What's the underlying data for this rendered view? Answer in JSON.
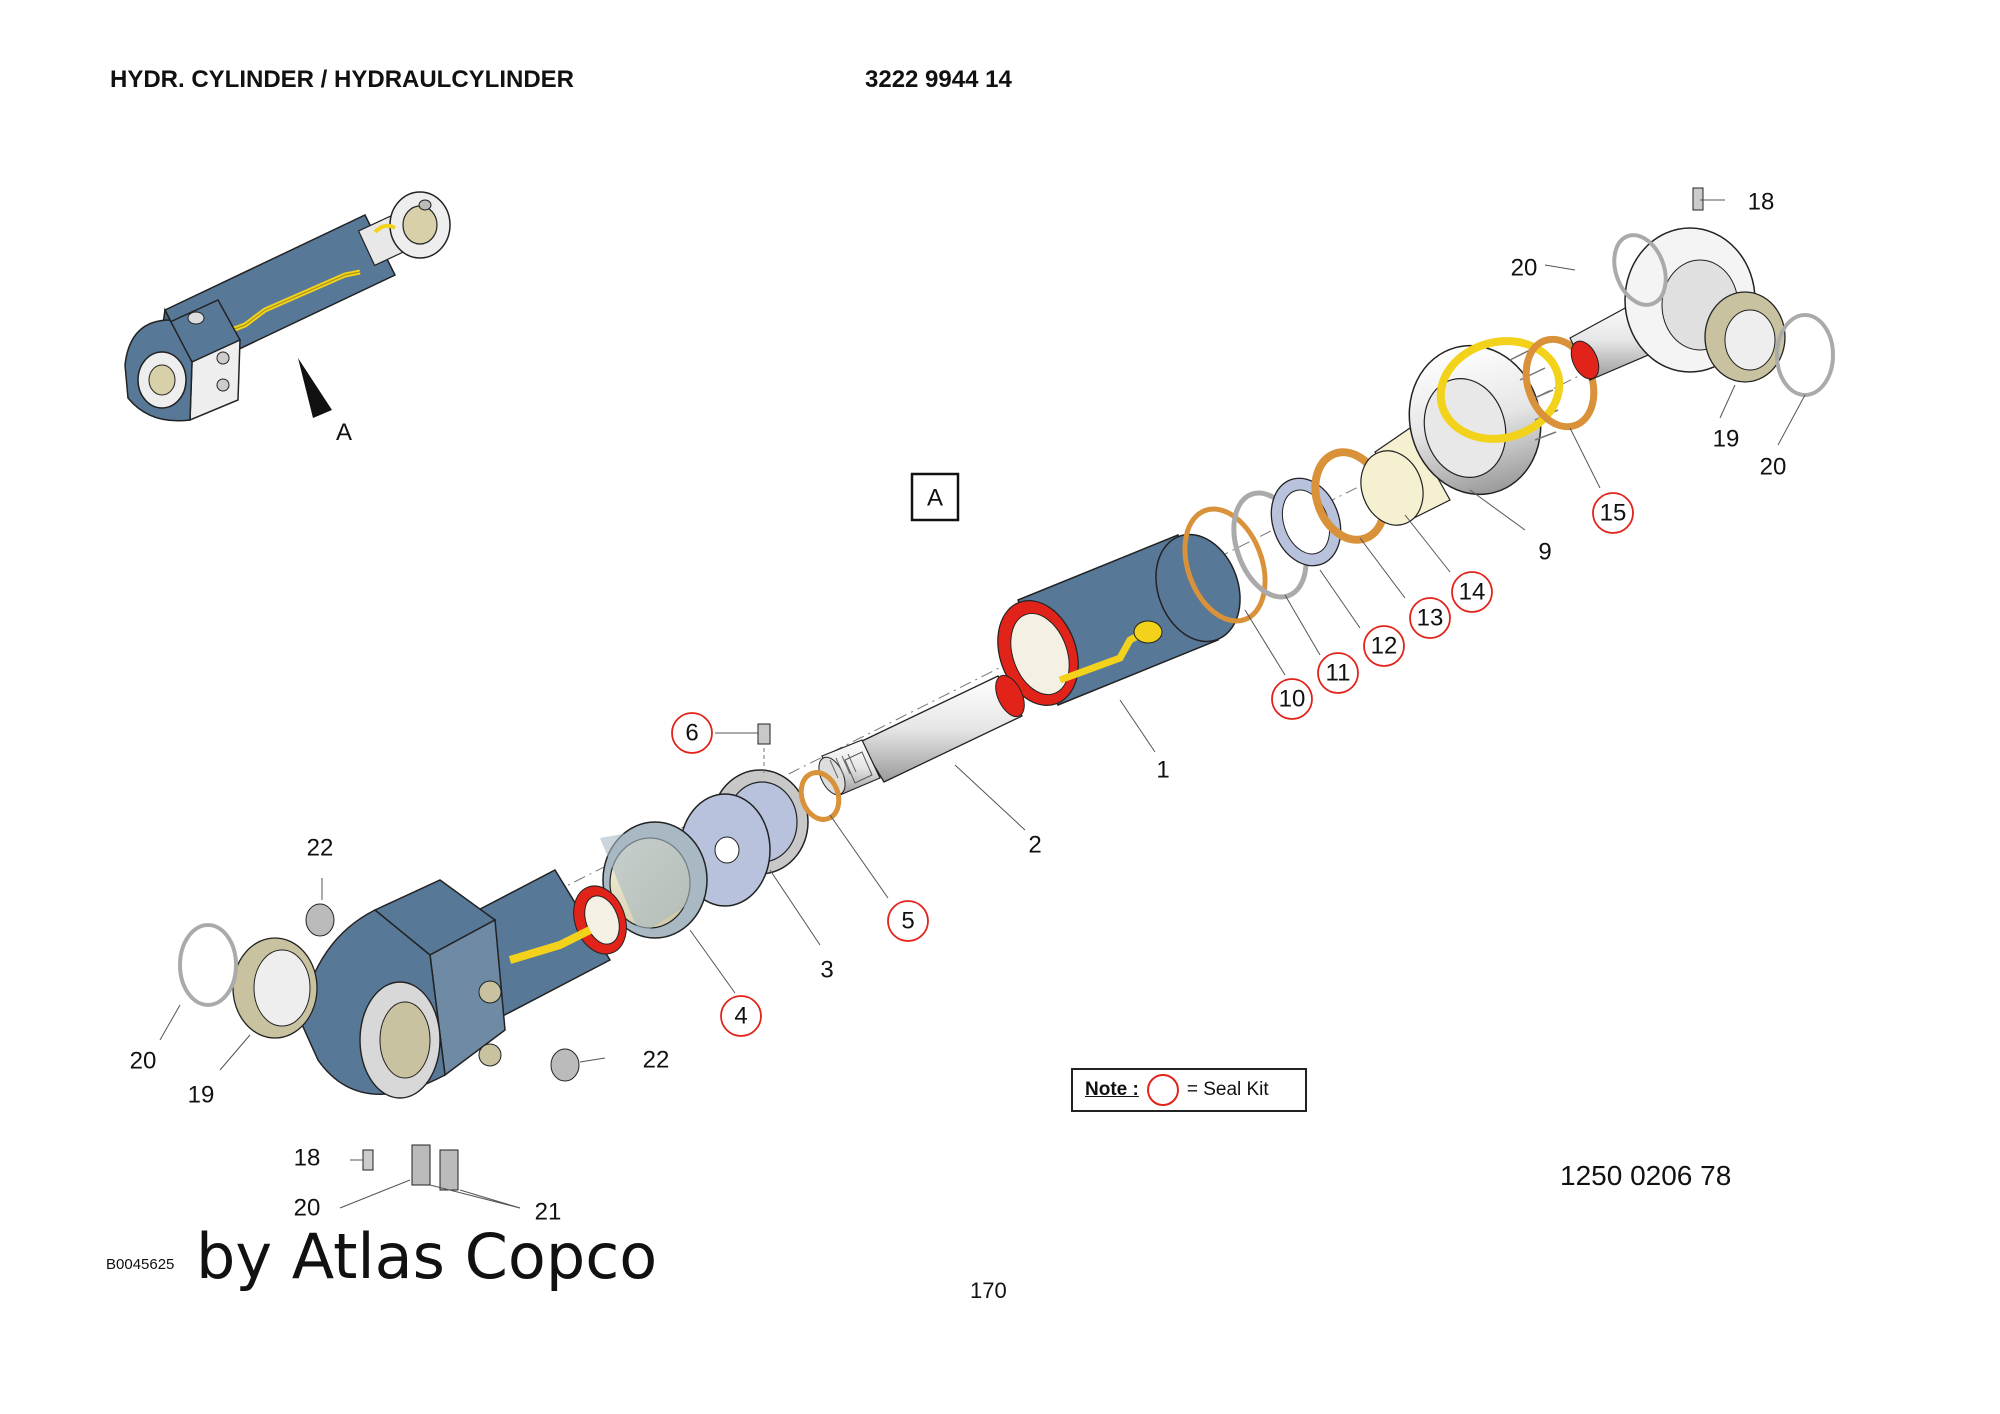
{
  "header": {
    "title": "HYDR. CYLINDER / HYDRAULCYLINDER",
    "part_number": "3222 9944 14"
  },
  "view_marker": "A",
  "view_marker_boxed": "A",
  "parts": [
    {
      "id": "1",
      "seal_kit": false
    },
    {
      "id": "2",
      "seal_kit": false
    },
    {
      "id": "3",
      "seal_kit": false
    },
    {
      "id": "4",
      "seal_kit": true
    },
    {
      "id": "5",
      "seal_kit": true
    },
    {
      "id": "6",
      "seal_kit": true
    },
    {
      "id": "9",
      "seal_kit": false
    },
    {
      "id": "10",
      "seal_kit": true
    },
    {
      "id": "11",
      "seal_kit": true
    },
    {
      "id": "12",
      "seal_kit": true
    },
    {
      "id": "13",
      "seal_kit": true
    },
    {
      "id": "14",
      "seal_kit": true
    },
    {
      "id": "15",
      "seal_kit": true
    },
    {
      "id": "18",
      "seal_kit": false
    },
    {
      "id": "19",
      "seal_kit": false
    },
    {
      "id": "20",
      "seal_kit": false
    },
    {
      "id": "21",
      "seal_kit": false
    },
    {
      "id": "22",
      "seal_kit": false
    }
  ],
  "note": {
    "label": "Note :",
    "text": "= Seal Kit",
    "seal_kit_circle_color": "#e2231a"
  },
  "doc_number": "1250 0206 78",
  "image_code": "B0045625",
  "watermark": "by Atlas Copco",
  "page_number": "170",
  "colors": {
    "body_blue": "#587897",
    "seal_yellow": "#f2d21b",
    "seal_orange": "#d9913a",
    "seal_kit_red": "#e2231a",
    "piston_blue": "#b8c2dc"
  }
}
